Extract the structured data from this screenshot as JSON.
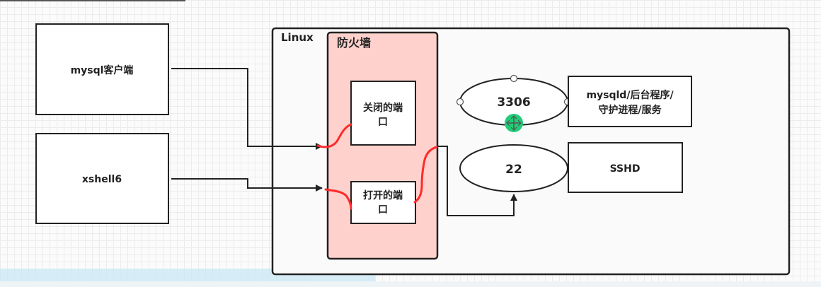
{
  "diagram": {
    "clients": {
      "mysql_client": "mysql客户端",
      "xshell": "xshell6"
    },
    "linux": {
      "title": "Linux"
    },
    "firewall": {
      "title": "防火墙",
      "closed_port_line1": "关闭的端",
      "closed_port_line2": "口",
      "open_port_line1": "打开的端",
      "open_port_line2": "口"
    },
    "ports": {
      "mysql_port": "3306",
      "ssh_port": "22"
    },
    "services": {
      "mysqld_line1": "mysqld/后台程序/",
      "mysqld_line2": "守护进程/服务",
      "sshd": "SSHD"
    },
    "colors": {
      "firewall_fill": "#ffd1cc",
      "red_mark": "#ff2a2a",
      "handle_green": "#22cc77",
      "stroke": "#222222"
    }
  }
}
